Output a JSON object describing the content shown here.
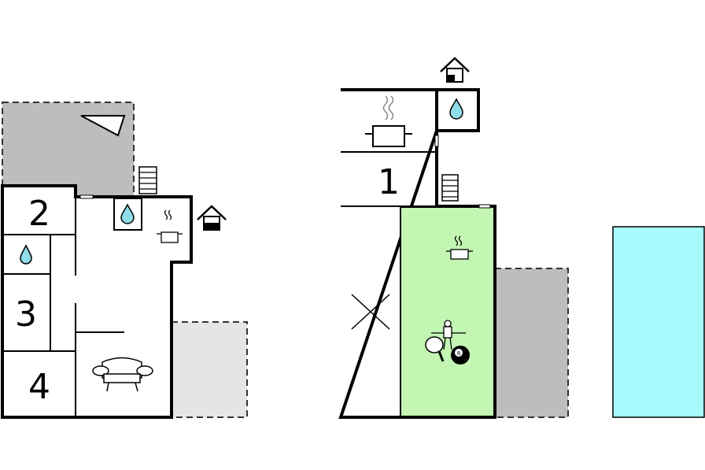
{
  "floorplan": {
    "left": {
      "rooms": [
        {
          "id": "bedroom-2",
          "label": "2"
        },
        {
          "id": "bedroom-3",
          "label": "3"
        },
        {
          "id": "bedroom-4",
          "label": "4"
        }
      ],
      "icons": [
        "patio-triangle-icon",
        "stairs-icon",
        "entrance-house-icon",
        "bathroom-drop-icon",
        "kitchen-pot-icon",
        "sofa-icon"
      ]
    },
    "right": {
      "rooms": [
        {
          "id": "bedroom-1",
          "label": "1"
        }
      ],
      "icons": [
        "entrance-house-icon",
        "cooking-pot-steam-icon",
        "bathroom-drop-icon",
        "stairs-icon",
        "kitchen-pot-icon",
        "table-tennis-icon",
        "foosball-player-icon",
        "billiard-eight-ball-icon"
      ]
    },
    "pool": {
      "present": true
    },
    "colors": {
      "wall": "#000000",
      "terrace_dark": "#bdbdbd",
      "terrace_light": "#e5e5e5",
      "activity_room": "#c3f5b3",
      "pool": "#a6fbfc",
      "water_drop": "#8fdde8"
    }
  }
}
